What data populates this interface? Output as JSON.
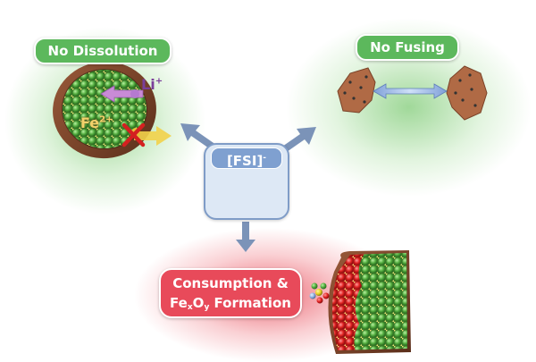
{
  "labels": {
    "no_dissolution": "No Dissolution",
    "no_fusing": "No Fusing",
    "consumption_line1": "Consumption &",
    "consumption_fe": "Fe",
    "consumption_x": "x",
    "consumption_o": "O",
    "consumption_y": "y",
    "consumption_formation": " Formation"
  },
  "ions": {
    "li": "Li",
    "li_charge": "+",
    "fe": "Fe",
    "fe_charge": "2+"
  },
  "anion": {
    "name": "[FSI]",
    "charge": "-"
  },
  "colors": {
    "green_label": "#5cb85c",
    "red_label": "#e84a5a",
    "fsi_label": "#7fa0d0",
    "arrow_blue": "#7b93b8",
    "li_arrow": "#c98bd6",
    "fe_arrow": "#f2d24a",
    "block_x": "#d42020"
  }
}
